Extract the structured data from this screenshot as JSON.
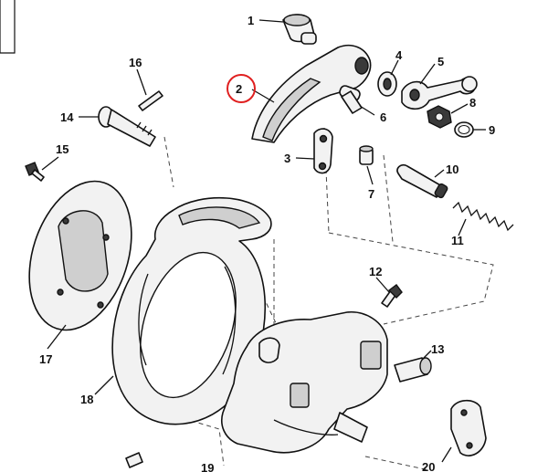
{
  "diagram": {
    "callouts": {
      "c1": "1",
      "c2": "2",
      "c3": "3",
      "c4": "4",
      "c5": "5",
      "c6": "6",
      "c7": "7",
      "c8": "8",
      "c9": "9",
      "c10": "10",
      "c11": "11",
      "c12": "12",
      "c13": "13",
      "c14": "14",
      "c15": "15",
      "c16": "16",
      "c17": "17",
      "c18": "18",
      "c19": "19",
      "c20": "20"
    },
    "highlighted_callout": "2",
    "colors": {
      "line": "#111111",
      "highlight": "#e02020",
      "background": "#ffffff"
    }
  }
}
